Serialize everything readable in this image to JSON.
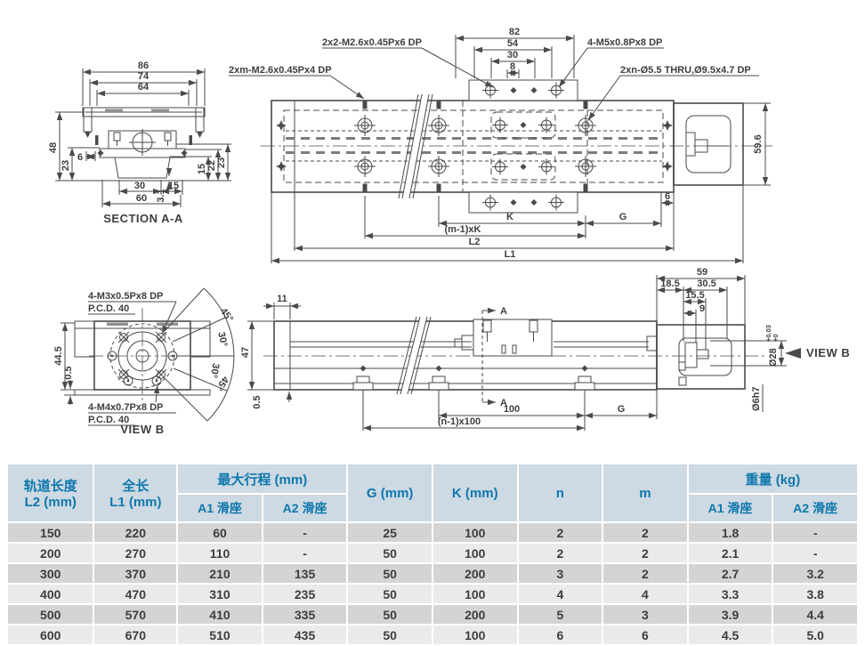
{
  "drawing": {
    "plan": {
      "callout_1": "2x2-M2.6x0.45Px6 DP",
      "callout_2": "2xm-M2.6x0.45Px4 DP",
      "callout_3": "4-M5x0.8Px8 DP",
      "callout_4": "2xn-Ø5.5 THRU,Ø9.5x4.7 DP",
      "dim_82": "82",
      "dim_54": "54",
      "dim_30": "30",
      "dim_8": "8",
      "dim_59_6": "59.6",
      "dim_6": "6",
      "dim_K": "K",
      "dim_G": "G",
      "dim_mK": "(m-1)xK",
      "dim_L2": "L2",
      "dim_L1": "L1"
    },
    "section": {
      "title": "SECTION A-A",
      "dim_86": "86",
      "dim_74": "74",
      "dim_64": "64",
      "dim_48": "48",
      "dim_23L": "23",
      "dim_6": "6",
      "dim_30": "30",
      "dim_15b": "15",
      "dim_60": "60",
      "dim_3_1": "3.1",
      "dim_15r": "15",
      "dim_22": "22",
      "dim_23r": "23"
    },
    "viewb": {
      "title": "VIEW B",
      "callout_m3": "4-M3x0.5Px8 DP",
      "pcd_top": "P.C.D. 40",
      "callout_m4": "4-M4x0.7Px8 DP",
      "pcd_bot": "P.C.D. 40",
      "dim_44_5": "44.5",
      "dim_0_5": "0.5",
      "ang_45t": "45°",
      "ang_30t": "30°",
      "ang_30b": "30°",
      "ang_45b": "45°"
    },
    "side": {
      "dim_11": "11",
      "dim_47": "47",
      "dim_0_5": "0.5",
      "sec_a_top": "A",
      "sec_a_bot": "A",
      "dim_100": "100",
      "dim_n100": "(n-1)x100",
      "dim_G": "G",
      "dim_59": "59",
      "dim_18_5": "18.5",
      "dim_30_5": "30.5",
      "dim_15_5": "15.5",
      "dim_9": "9",
      "dia_28": "Ø28",
      "tol_hi": "+0.03",
      "tol_lo": "+0",
      "dia_6h7": "Ø6h7",
      "view_b": "VIEW B"
    }
  },
  "table": {
    "header": {
      "rail_len_1": "轨道长度",
      "rail_len_2": "L2 (mm)",
      "total_len_1": "全长",
      "total_len_2": "L1 (mm)",
      "max_stroke": "最大行程 (mm)",
      "a1_slider": "A1 滑座",
      "a2_slider": "A2 滑座",
      "g": "G (mm)",
      "k": "K (mm)",
      "n": "n",
      "m": "m",
      "weight": "重量 (kg)",
      "w_a1_slider": "A1 滑座",
      "w_a2_slider": "A2 滑座"
    },
    "rows": [
      [
        "150",
        "220",
        "60",
        "-",
        "25",
        "100",
        "2",
        "2",
        "1.8",
        "-"
      ],
      [
        "200",
        "270",
        "110",
        "-",
        "50",
        "100",
        "2",
        "2",
        "2.1",
        "-"
      ],
      [
        "300",
        "370",
        "210",
        "135",
        "50",
        "200",
        "3",
        "2",
        "2.7",
        "3.2"
      ],
      [
        "400",
        "470",
        "310",
        "235",
        "50",
        "100",
        "4",
        "4",
        "3.3",
        "3.8"
      ],
      [
        "500",
        "570",
        "410",
        "335",
        "50",
        "200",
        "5",
        "3",
        "3.9",
        "4.4"
      ],
      [
        "600",
        "670",
        "510",
        "435",
        "50",
        "100",
        "6",
        "6",
        "4.5",
        "5.0"
      ]
    ]
  },
  "colors": {
    "line": "#4a4a4a",
    "header_bg": "#cdd9e3",
    "header_text": "#0f78ad",
    "row_odd": "#d4d4d4",
    "row_even": "#eaeaea",
    "cell_text": "#3d3d3d"
  }
}
